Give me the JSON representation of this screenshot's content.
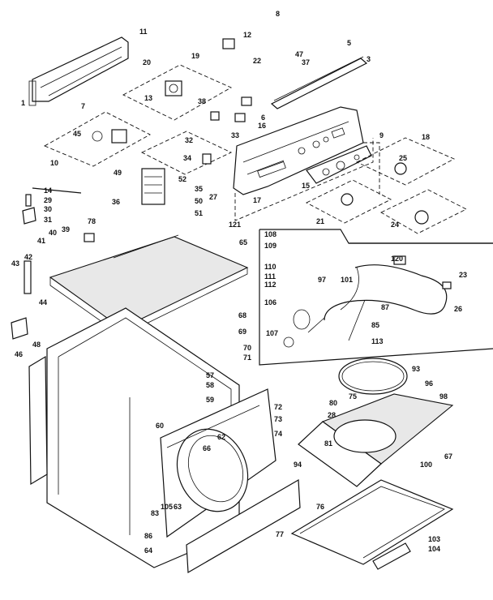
{
  "callouts": [
    "1",
    "3",
    "5",
    "6",
    "7",
    "8",
    "9",
    "10",
    "11",
    "12",
    "13",
    "14",
    "15",
    "16",
    "17",
    "18",
    "19",
    "20",
    "21",
    "22",
    "23",
    "24",
    "25",
    "26",
    "27",
    "28",
    "29",
    "30",
    "31",
    "32",
    "33",
    "34",
    "35",
    "36",
    "37",
    "38",
    "39",
    "40",
    "41",
    "42",
    "43",
    "44",
    "45",
    "46",
    "47",
    "48",
    "49",
    "50",
    "51",
    "52",
    "57",
    "58",
    "59",
    "60",
    "62",
    "63",
    "64",
    "65",
    "66",
    "67",
    "68",
    "69",
    "70",
    "71",
    "72",
    "73",
    "74",
    "75",
    "76",
    "77",
    "78",
    "80",
    "81",
    "83",
    "85",
    "86",
    "87",
    "93",
    "94",
    "96",
    "97",
    "98",
    "100",
    "101",
    "103",
    "104",
    "105",
    "106",
    "107",
    "108",
    "109",
    "110",
    "111",
    "112",
    "113",
    "120",
    "121"
  ]
}
